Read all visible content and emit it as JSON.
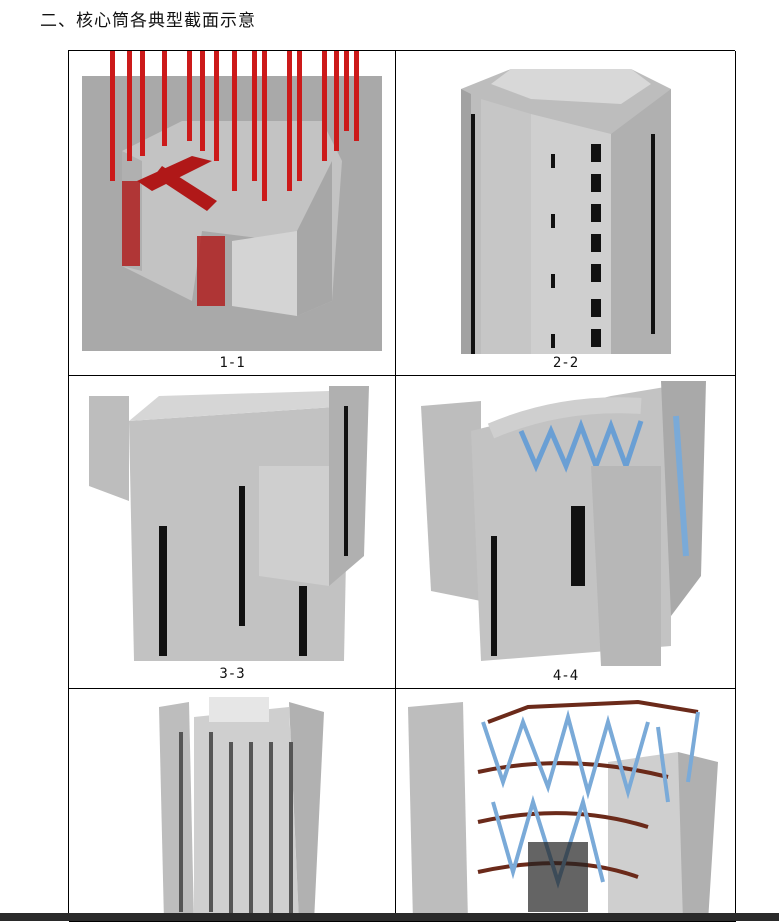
{
  "heading": "二、核心筒各典型截面示意",
  "sections": [
    {
      "caption": "1-1"
    },
    {
      "caption": "2-2"
    },
    {
      "caption": "3-3"
    },
    {
      "caption": "4-4"
    },
    {
      "caption": ""
    },
    {
      "caption": ""
    }
  ],
  "colors": {
    "wall": "#c8c8c8",
    "wall_dark": "#9a9a9a",
    "steel_red": "#c41414",
    "steel_blue": "#7aaad8",
    "steel_brown": "#6b2a1a"
  }
}
